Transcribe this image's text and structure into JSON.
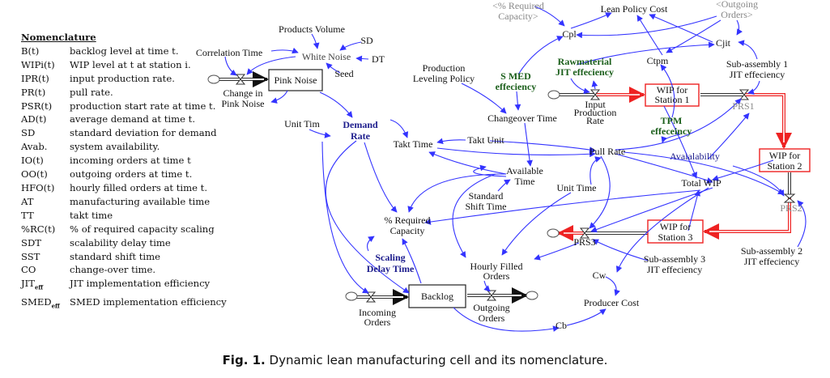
{
  "nomenclature": {
    "title": "Nomenclature",
    "items": [
      {
        "term": "B(t)",
        "desc": "backlog level at time t."
      },
      {
        "term": "WIPi(t)",
        "desc": "WIP level at t at station i."
      },
      {
        "term": "IPR(t)",
        "desc": "input production rate."
      },
      {
        "term": "PR(t)",
        "desc": "pull rate."
      },
      {
        "term": "PSR(t)",
        "desc": "production start rate at time t."
      },
      {
        "term": "AD(t)",
        "desc": "average demand at time t."
      },
      {
        "term": "SD",
        "desc": "standard deviation for demand"
      },
      {
        "term": "Avab.",
        "desc": "system availability."
      },
      {
        "term": "IO(t)",
        "desc": "incoming orders at time t"
      },
      {
        "term": "OO(t)",
        "desc": "outgoing orders at time t."
      },
      {
        "term": "HFO(t)",
        "desc": "hourly filled orders at time t."
      },
      {
        "term": "AT",
        "desc": "manufacturing available time"
      },
      {
        "term": "TT",
        "desc": "takt time"
      },
      {
        "term": "%RC(t)",
        "desc": "% of required capacity scaling"
      },
      {
        "term": "SDT",
        "desc": "scalability delay time"
      },
      {
        "term": "SST",
        "desc": "standard shift time"
      },
      {
        "term": "CO",
        "desc": "change-over time."
      },
      {
        "term": "JIT",
        "sub": "eff",
        "desc": "JIT implementation efficiency"
      },
      {
        "term": "SMED",
        "sub": "eff",
        "desc": "SMED implementation efficiency"
      }
    ]
  },
  "diagram": {
    "products_volume": "Products Volume",
    "sd": "SD",
    "dt": "DT",
    "seed": "Seed",
    "white_noise": "White Noise",
    "correlation_time": "Correlation Time",
    "pink_noise": "Pink Noise",
    "change_pink_noise": [
      "Change in",
      "Pink Noise"
    ],
    "demand_rate": [
      "Demand",
      "Rate"
    ],
    "unit_tim": "Unit Tim",
    "takt_time": "Takt Time",
    "takt_unit": "Takt Unit",
    "production_leveling": [
      "Production",
      "Leveling Policy"
    ],
    "smed": [
      "S MED",
      "effeciency"
    ],
    "changeover_time": "Changeover Time",
    "available_time": [
      "Available",
      "Time"
    ],
    "standard_shift": [
      "Standard",
      "Shift Time"
    ],
    "unit_time": "Unit Time",
    "pull_rate": "Pull Rate",
    "required_capacity": [
      "% Required",
      "Capacity"
    ],
    "scaling_delay": [
      "Scaling",
      "Delay Time"
    ],
    "hourly_filled": [
      "Hourly Filled",
      "Orders"
    ],
    "backlog": "Backlog",
    "incoming_orders": [
      "Incoming",
      "Orders"
    ],
    "outgoing_orders": [
      "Outgoing",
      "Orders"
    ],
    "cb": "Cb",
    "producer_cost": "Producer Cost",
    "cw": "Cw",
    "prs3": "PRS3",
    "wip3": [
      "WIP for",
      "Station 3"
    ],
    "sub3": [
      "Sub-assembly 3",
      "JIT effeciency"
    ],
    "sub2": [
      "Sub-assembly 2",
      "JIT effeciency"
    ],
    "prs2": "PRS2",
    "wip2": [
      "WIP for",
      "Station 2"
    ],
    "total_wip": "Total WIP",
    "availability": "Avaialability",
    "tpm": [
      "TPM",
      "effeceincy"
    ],
    "wip1": [
      "WIP for",
      "Station 1"
    ],
    "prs1": "PRS1",
    "sub1": [
      "Sub-assembly 1",
      "JIT effeciency"
    ],
    "rawmaterial": [
      "Rawmaterial",
      "JIT effeciency"
    ],
    "input_rate": [
      "Input",
      "Production",
      "Rate"
    ],
    "cpl": "Cpl",
    "ctpm": "Ctpm",
    "cjit": "Cjit",
    "lean_cost": "Lean Policy Cost",
    "shadow_capacity": [
      "<% Required",
      "Capacity>"
    ],
    "shadow_outgoing": [
      "<Outgoing",
      "Orders>"
    ]
  },
  "caption": {
    "label": "Fig. 1.",
    "text": " Dynamic lean manufacturing cell and its nomenclature."
  },
  "colors": {
    "link": "#3333ff",
    "material_flow": "#ee2222",
    "auxiliary_green": "#1a5e1a",
    "auxiliary_navy": "#1c1c8c"
  }
}
